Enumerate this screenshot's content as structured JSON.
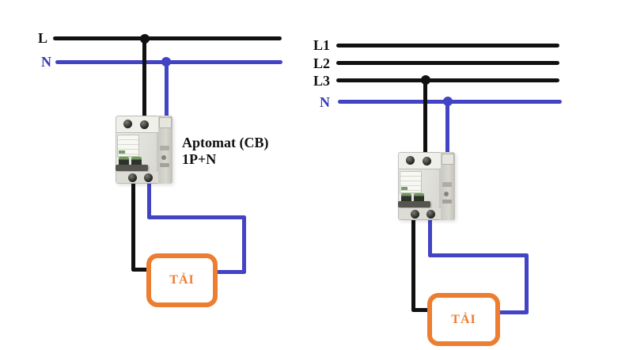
{
  "left_circuit": {
    "phase_label": "L",
    "neutral_label": "N",
    "breaker_caption_line1": "Aptomat (CB)",
    "breaker_caption_line2": "1P+N",
    "load_label": "TẢI"
  },
  "right_circuit": {
    "phase1_label": "L1",
    "phase2_label": "L2",
    "phase3_label": "L3",
    "neutral_label": "N",
    "load_label": "TẢI"
  },
  "colors": {
    "phase_wire": "#111111",
    "neutral_wire": "#4343c6",
    "neutral_label_text": "#3a3ab8",
    "load_box_border": "#ed7d31",
    "load_text": "#ed7d31"
  }
}
